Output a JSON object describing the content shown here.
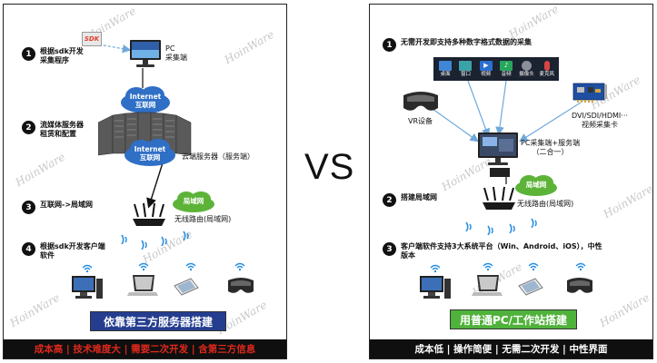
{
  "vs_label": "VS",
  "watermark": "HoinWare",
  "left": {
    "steps": [
      {
        "num": "1",
        "text": "根据sdk开发\n采集程序"
      },
      {
        "num": "2",
        "text": "流媒体服务器\n租赁和配置"
      },
      {
        "num": "3",
        "text": "互联网->局域网"
      },
      {
        "num": "4",
        "text": "根据sdk开发客户端\n软件"
      }
    ],
    "sdk_logo": "SDK",
    "pc_label": "PC\n采集端",
    "internet_cloud_1": "Internet\n互联网",
    "internet_cloud_2": "Internet\n互联网",
    "cloud_server_label": "云端服务器（服务端）",
    "lan_cloud": "局域网",
    "router_label": "无线路由(局域网)",
    "title": "依靠第三方服务器搭建",
    "bottom_bar": "成本高 | 技术难度大 | 需要二次开发 | 含第三方信息"
  },
  "right": {
    "steps": [
      {
        "num": "1",
        "text": "无需开发即支持多种数字格式数据的采集"
      },
      {
        "num": "2",
        "text": "搭建局域网"
      },
      {
        "num": "3",
        "text": "客户端软件支持3大系统平台（Win、Android、iOS），中性\n版本"
      }
    ],
    "source_tiles": [
      "桌面",
      "窗口",
      "视频",
      "音频",
      "摄像头",
      "麦克风"
    ],
    "vr_label": "VR设备",
    "capture_card_label": "DVI/SDI/HDMI···\n视频采集卡",
    "pc_label": "PC采集端+服务端\n（二合一）",
    "lan_cloud": "局域网",
    "router_label": "无线路由(局域网)",
    "title": "用普通PC/工作站搭建",
    "bottom_bar": "成本低 | 操作简便 | 无需二次开发 | 中性界面"
  },
  "colors": {
    "left_title_bg": "#243d8f",
    "right_title_bg": "#4fb23a",
    "left_bar_text": "#e0281c",
    "right_bar_text": "#ffffff",
    "internet_cloud": "#2f6fc6",
    "lan_cloud": "#5cb338",
    "arrow_blue": "#6fa8dc",
    "wifi": "#2b8fe0"
  }
}
